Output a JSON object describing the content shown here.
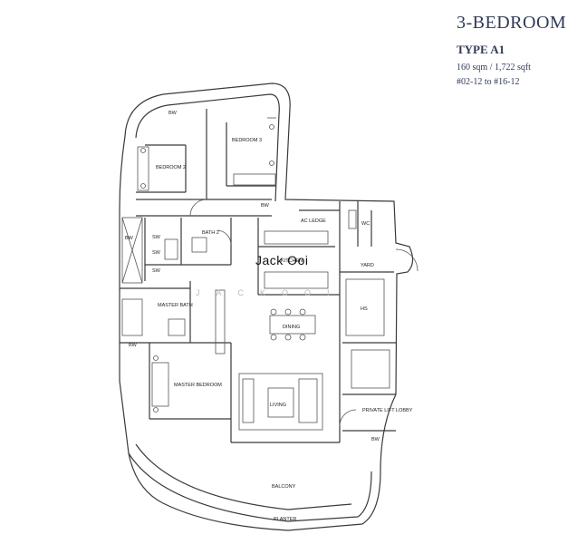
{
  "header": {
    "title": "3-BEDROOM",
    "type": "TYPE A1",
    "area": "160 sqm / 1,722 sqft",
    "units": "#02-12 to #16-12"
  },
  "watermark": {
    "name": "Jack Ooi",
    "faint": "JACKOOI"
  },
  "rooms": {
    "bw_top": "BW",
    "bedroom3": "BEDROOM 3",
    "bedroom2": "BEDROOM 2",
    "bw_left": "BW",
    "sw_1": "SW",
    "bath2": "BATH 2",
    "ac_ledge": "AC LEDGE",
    "bw_mid": "BW",
    "wc": "WC",
    "sw_2": "SW",
    "sw_3": "SW",
    "kitchen": "KITCHEN",
    "yard": "YARD",
    "master_bath": "MASTER BATH",
    "hs": "HS",
    "dining": "DINING",
    "bw_lower": "BW",
    "master_bedroom": "MASTER BEDROOM",
    "living": "LIVING",
    "private_lift_lobby": "PRIVATE LIFT LOBBY",
    "bw_right": "BW",
    "balcony": "BALCONY",
    "planter": "PLANTER"
  },
  "colors": {
    "wall": "#3a3a3a",
    "line": "#555555",
    "header": "#2f3a55"
  }
}
